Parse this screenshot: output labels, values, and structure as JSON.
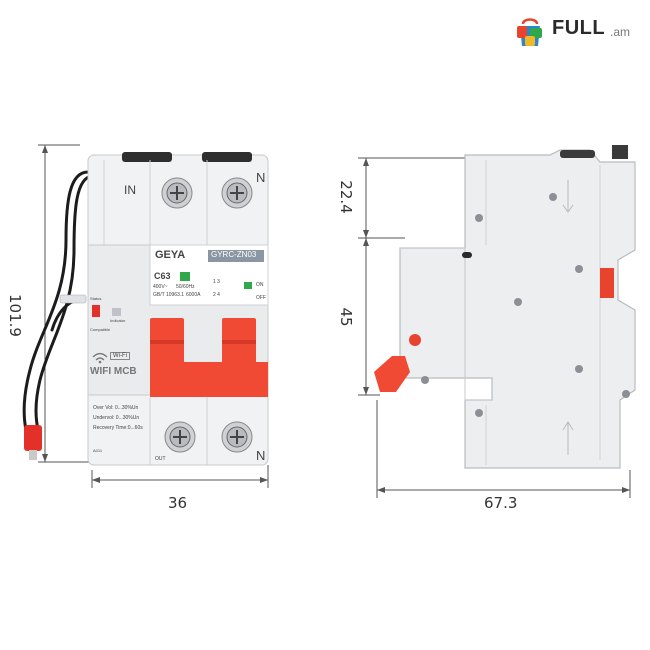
{
  "brand": {
    "logo_text": "FULL",
    "logo_domain": ".am",
    "colors": {
      "red": "#e8432c",
      "dark": "#2f3a44",
      "green": "#2ea84a",
      "blue": "#2c86c8",
      "yellow": "#f1b727"
    }
  },
  "device_front": {
    "in_label": "IN",
    "n_top": "N",
    "n_bottom": "N",
    "out_label": "OUT",
    "brand": "GEYA",
    "model": "GYRC-ZN03",
    "rating": "C63",
    "spec_left_1": "400V~",
    "spec_right_1": "50/60Hz",
    "spec_left_2": "GB/T 10963.1",
    "spec_right_2": "6000A",
    "on_label": "ON",
    "off_label": "OFF",
    "switch_labels": "1  3",
    "switch_labels_2": "2  4",
    "status_label": "Status",
    "indicator_label": "Indicator",
    "compatible_label": "Compatible",
    "wifi_badge": "Wi-Fi",
    "product_name": "WIFI MCB",
    "overvol": "Over Vol: 0...30%Un",
    "undervol": "Undervol: 0...30%Un",
    "recovery": "Recovery Time:0...60s",
    "code": "A011"
  },
  "dimensions": {
    "height_total": "101.9",
    "width_front": "36",
    "top_section": "22.4",
    "middle_section": "45",
    "depth": "67.3"
  }
}
